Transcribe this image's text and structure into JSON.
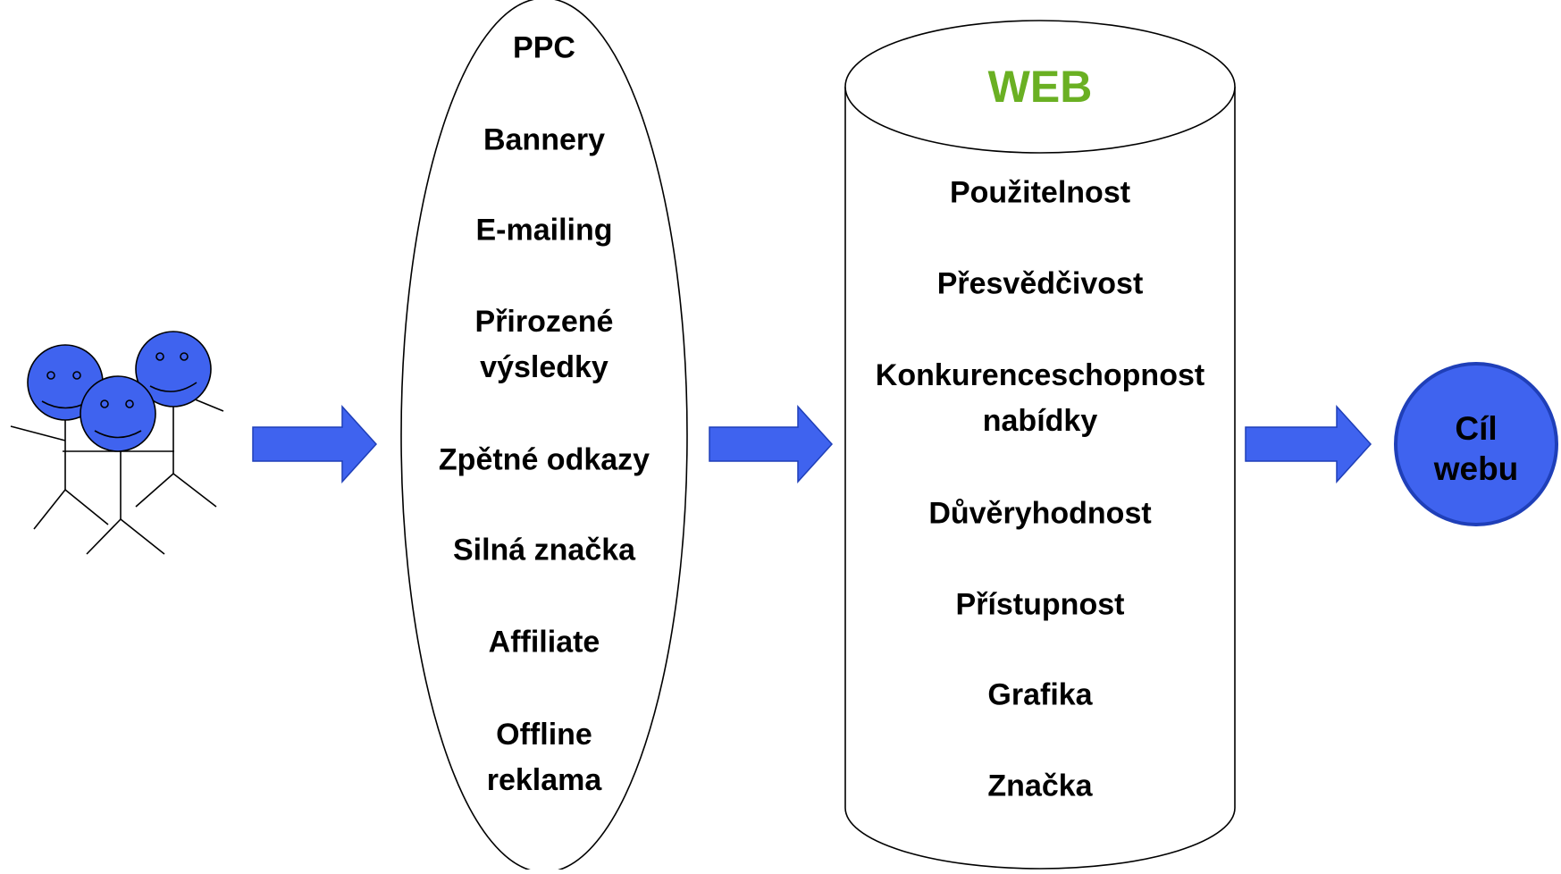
{
  "colors": {
    "blue_fill": "#3f63ef",
    "blue_dark": "#1f3fb8",
    "web_title": "#6ab023",
    "outline": "#000000",
    "background": "#ffffff"
  },
  "icons": [
    "people-group-icon",
    "arrow-right-icon",
    "arrow-right-icon",
    "arrow-right-icon"
  ],
  "sources": {
    "shape": "ellipse",
    "items": [
      "PPC",
      "Bannery",
      "E-mailing",
      "Přirozené\nvýsledky",
      "Zpětné odkazy",
      "Silná značka",
      "Affiliate",
      "Offline\nreklama"
    ]
  },
  "web": {
    "shape": "cylinder",
    "title": "WEB",
    "items": [
      "Použitelnost",
      "Přesvědčivost",
      "Konkurenceschopnost\nnabídky",
      "Důvěryhodnost",
      "Přístupnost",
      "Grafika",
      "Značka"
    ]
  },
  "goal": {
    "shape": "circle",
    "label": "Cíl\nwebu"
  }
}
